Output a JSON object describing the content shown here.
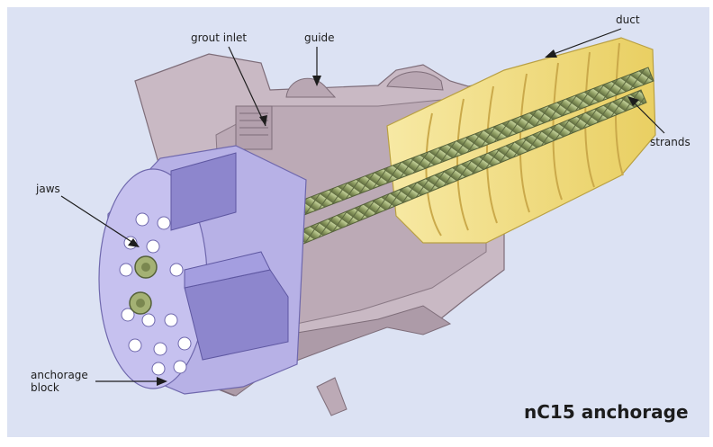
{
  "diagram": {
    "title": "nC15 anchorage",
    "labels": {
      "grout_inlet": "grout inlet",
      "guide": "guide",
      "duct": "duct",
      "strands": "strands",
      "jaws": "jaws",
      "anchorage_line1": "anchorage",
      "anchorage_line2": "block"
    },
    "colors": {
      "background": "#dce2f3",
      "casting": "#c9b9c4",
      "casting_dark": "#9f8d9a",
      "block": "#b7b1e6",
      "block_dark": "#8d86cd",
      "duct": "#f1de7f",
      "strand": "#8d9c61"
    }
  }
}
